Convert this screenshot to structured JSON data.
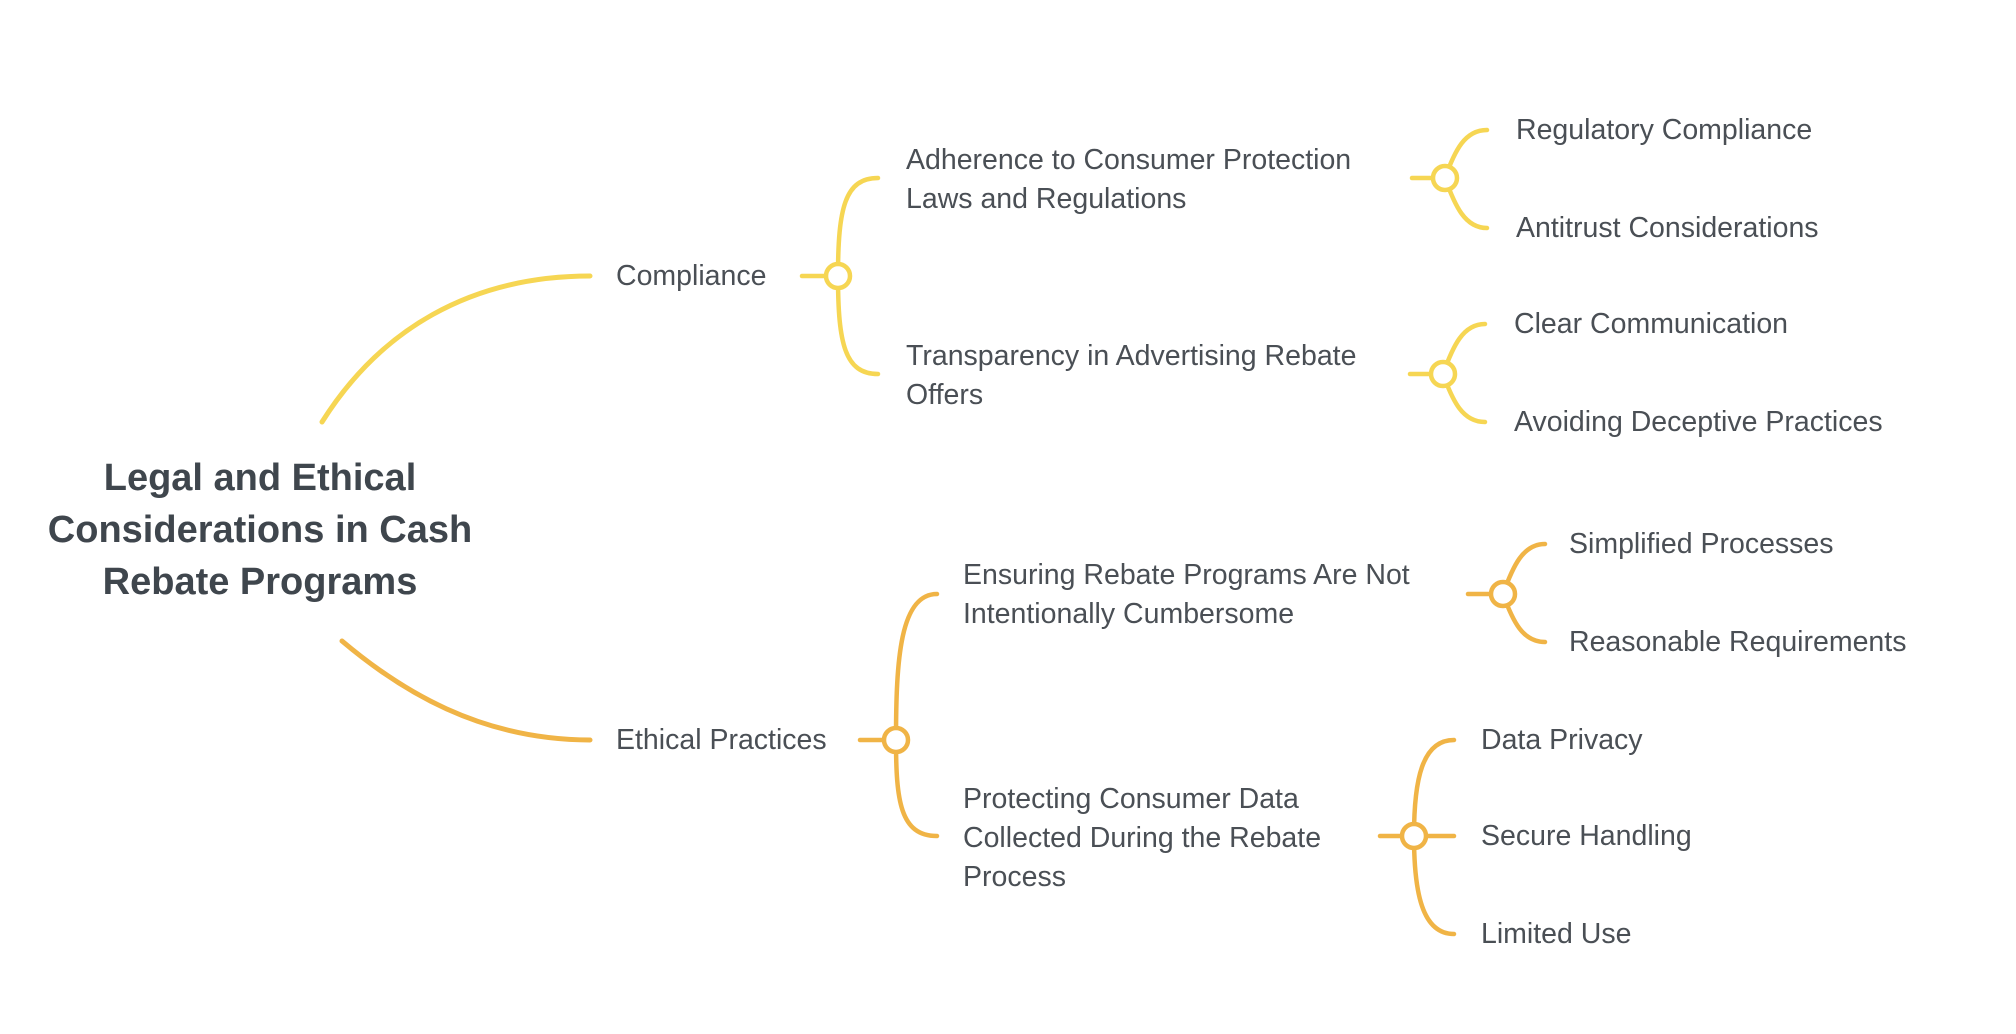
{
  "colors": {
    "compliance_branch": "#f6d653",
    "ethics_branch": "#f0b446",
    "text": "#4a4f55",
    "root_text": "#3f464d",
    "background": "#ffffff"
  },
  "root": {
    "title": "Legal and Ethical Considerations in Cash Rebate Programs"
  },
  "branches": [
    {
      "label": "Compliance",
      "children": [
        {
          "label": "Adherence to Consumer Protection Laws and Regulations",
          "children": [
            "Regulatory Compliance",
            "Antitrust Considerations"
          ]
        },
        {
          "label": "Transparency in Advertising Rebate Offers",
          "children": [
            "Clear Communication",
            "Avoiding Deceptive Practices"
          ]
        }
      ]
    },
    {
      "label": "Ethical Practices",
      "children": [
        {
          "label": "Ensuring Rebate Programs Are Not Intentionally Cumbersome",
          "children": [
            "Simplified Processes",
            "Reasonable Requirements"
          ]
        },
        {
          "label": "Protecting Consumer Data Collected During the Rebate Process",
          "children": [
            "Data Privacy",
            "Secure Handling",
            "Limited Use"
          ]
        }
      ]
    }
  ]
}
